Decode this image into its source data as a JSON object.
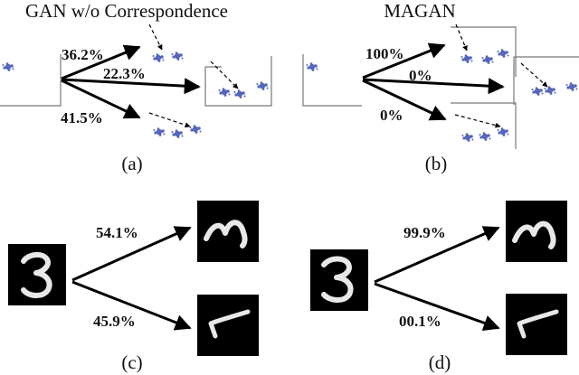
{
  "panels": {
    "a": {
      "title": "GAN w/o Correspondence",
      "caption": "(a)",
      "percent_top": "36.2%",
      "percent_mid": "22.3%",
      "percent_bottom": "41.5%"
    },
    "b": {
      "title": "MAGAN",
      "caption": "(b)",
      "percent_top": "100%",
      "percent_mid": "0%",
      "percent_bottom": "0%"
    },
    "c": {
      "caption": "(c)",
      "percent_top": "54.1%",
      "percent_bottom": "45.9%"
    },
    "d": {
      "caption": "(d)",
      "percent_top": "99.9%",
      "percent_bottom": "00.1%"
    }
  },
  "colors": {
    "cluster": "#5566bb",
    "arrow": "#000000",
    "digit_tile": "#000000"
  }
}
